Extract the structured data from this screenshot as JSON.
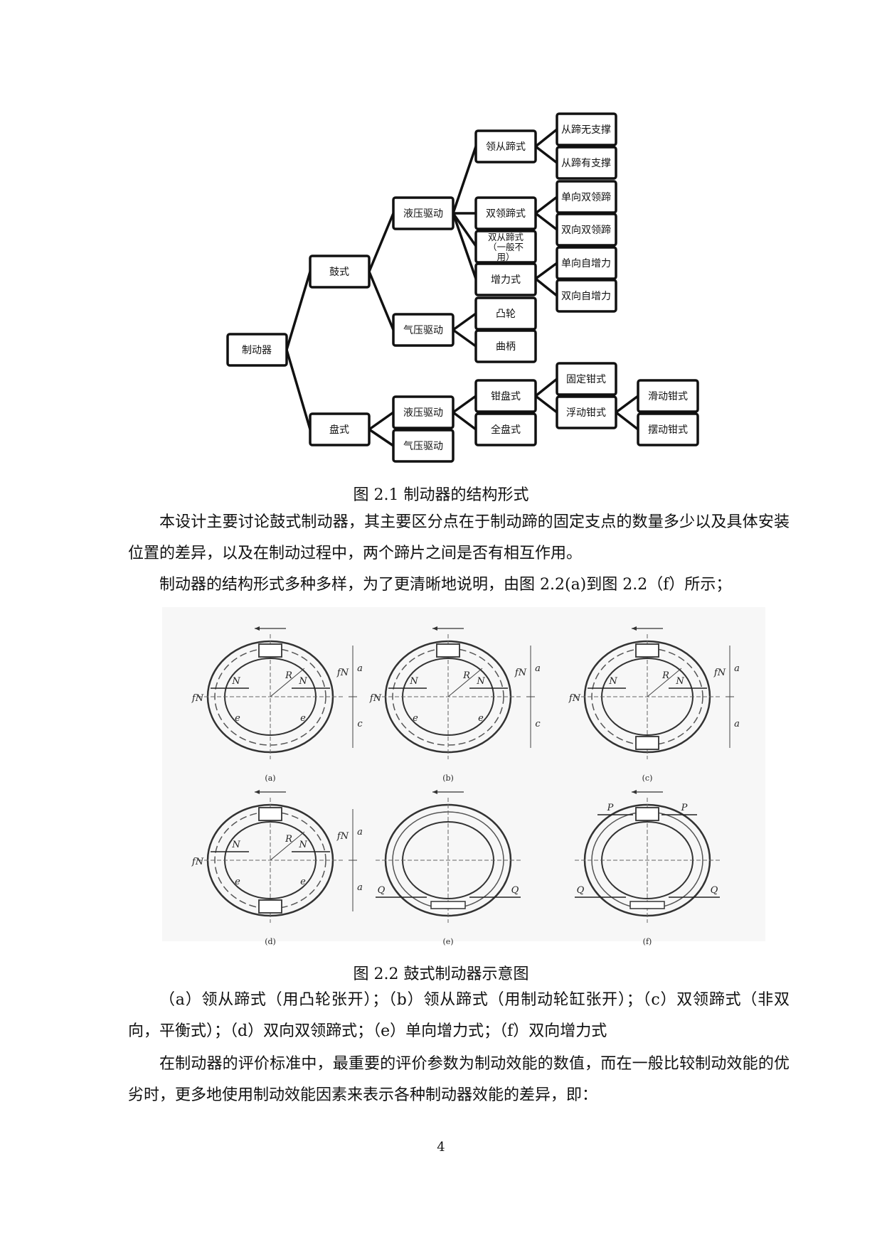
{
  "tree": {
    "root": "制动器",
    "drum": "鼓式",
    "disc": "盘式",
    "drum_hydraulic": "液压驱动",
    "drum_pneumatic": "气压驱动",
    "leading_trailing": "领从蹄式",
    "two_leading": "双领蹄式",
    "two_trailing": [
      "双从蹄式",
      "（一般不",
      "用）"
    ],
    "servo": "增力式",
    "trailing_no_support": "从蹄无支撑",
    "trailing_support": "从蹄有支撑",
    "one_way_two_leading": "单向双领蹄",
    "two_way_two_leading": "双向双领蹄",
    "one_way_servo": "单向自增力",
    "two_way_servo": "双向自增力",
    "cam": "凸轮",
    "crank": "曲柄",
    "disc_hydraulic": "液压驱动",
    "disc_pneumatic": "气压驱动",
    "caliper_disc": "钳盘式",
    "full_disc": "全盘式",
    "fixed_caliper": "固定钳式",
    "floating_caliper": "浮动钳式",
    "sliding_caliper": "滑动钳式",
    "swing_caliper": "摆动钳式"
  },
  "figure_2_1_caption": "图 2.1 制动器的结构形式",
  "para1": "本设计主要讨论鼓式制动器，其主要区分点在于制动蹄的固定支点的数量多少以及具体安装位置的差异，以及在制动过程中，两个蹄片之间是否有相互作用。",
  "para2": "制动器的结构形式多种多样，为了更清晰地说明，由图 2.2(a)到图 2.2（f）所示；",
  "drums": {
    "sub_labels": [
      "(a)",
      "(b)",
      "(c)",
      "(d)",
      "(e)",
      "(f)"
    ],
    "labels": {
      "P": "P",
      "P1": "P",
      "P2": "P",
      "N1": "N",
      "N2": "N",
      "fN1": "fN",
      "fN2": "fN",
      "R": "R",
      "a": "a",
      "c": "c",
      "e": "e",
      "Q": "Q"
    }
  },
  "figure_2_2_caption": "图 2.2 鼓式制动器示意图",
  "para3": "（a）领从蹄式（用凸轮张开）；（b）领从蹄式（用制动轮缸张开）；（c）双领蹄式（非双向，平衡式）；（d）双向双领蹄式；（e）单向增力式；（f）双向增力式",
  "para4": "在制动器的评价标准中，最重要的评价参数为制动效能的数值，而在一般比较制动效能的优劣时，更多地使用制动效能因素来表示各种制动器效能的差异，即：",
  "page_number": "4"
}
